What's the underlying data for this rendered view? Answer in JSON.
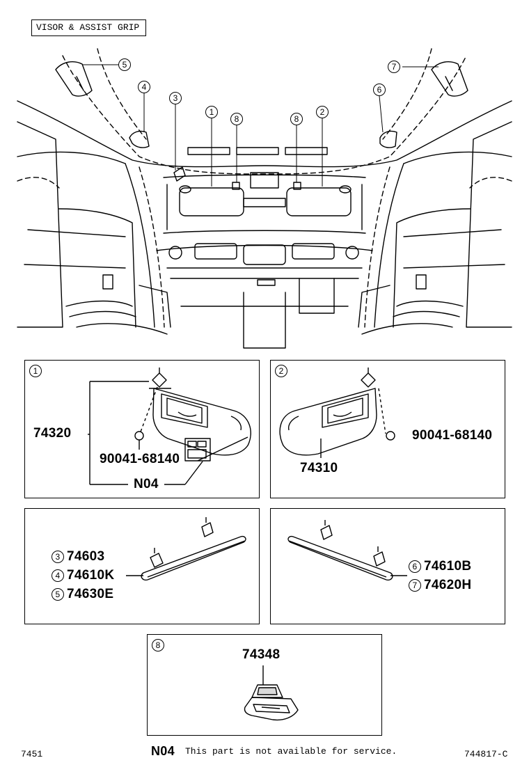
{
  "title": "VISOR & ASSIST GRIP",
  "callouts": {
    "c1": "1",
    "c2": "2",
    "c3": "3",
    "c4": "4",
    "c5": "5",
    "c6": "6",
    "c7": "7",
    "c8a": "8",
    "c8b": "8"
  },
  "panels": {
    "p1": {
      "index": "1",
      "part": "74320",
      "screw": "90041-68140",
      "note_code": "N04"
    },
    "p2": {
      "index": "2",
      "part": "74310",
      "screw": "90041-68140"
    },
    "p3": {
      "rows": [
        {
          "index": "3",
          "part": "74603"
        },
        {
          "index": "4",
          "part": "74610K"
        },
        {
          "index": "5",
          "part": "74630E"
        }
      ]
    },
    "p4": {
      "rows": [
        {
          "index": "6",
          "part": "74610B"
        },
        {
          "index": "7",
          "part": "74620H"
        }
      ]
    },
    "p5": {
      "index": "8",
      "part": "74348"
    }
  },
  "footer": {
    "left": "7451",
    "note_code": "N04",
    "note_text": "This part is not available for service.",
    "right": "744817-C"
  }
}
